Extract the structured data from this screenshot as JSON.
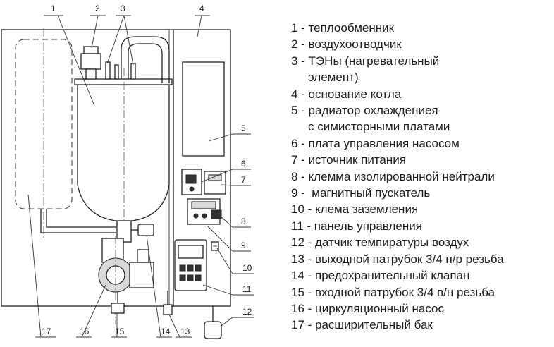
{
  "callouts": [
    "1",
    "2",
    "3",
    "4",
    "5",
    "6",
    "7",
    "8",
    "9",
    "10",
    "11",
    "12",
    "13",
    "14",
    "15",
    "16",
    "17"
  ],
  "legend": [
    {
      "text": "1 - теплообменник"
    },
    {
      "text": "2 - воздухоотводчик"
    },
    {
      "text": "3 - ТЭНы (нагревательный"
    },
    {
      "text": "элемент)",
      "indent": true
    },
    {
      "text": "4 - основание котла"
    },
    {
      "text": "5 - радиатор охлаждениея"
    },
    {
      "text": "с симисторными платами",
      "indent": true
    },
    {
      "text": "6 - плата управления насосом"
    },
    {
      "text": "7 - источник питания"
    },
    {
      "text": "8 - клемма изолированной нейтрали"
    },
    {
      "text": "9 -  магнитный пускатель"
    },
    {
      "text": "10 - клема заземления"
    },
    {
      "text": "11 - панель управления"
    },
    {
      "text": "12 - датчик темпиратуры воздух"
    },
    {
      "text": "13 - выходной патрубок 3/4 н/р резьба"
    },
    {
      "text": "14 - предохранительный клапан"
    },
    {
      "text": "15 - входной патрубок 3/4 в/н резьба"
    },
    {
      "text": "16 - циркуляционный насос"
    },
    {
      "text": "17 - расширительный бак"
    }
  ]
}
